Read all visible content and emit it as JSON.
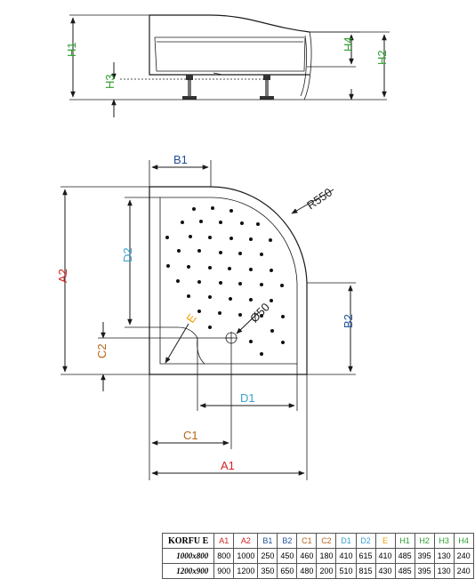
{
  "labels": {
    "H1": "H1",
    "H2": "H2",
    "H3": "H3",
    "H4": "H4",
    "B1": "B1",
    "B2": "B2",
    "A1": "A1",
    "A2": "A2",
    "C1": "C1",
    "C2": "C2",
    "D1": "D1",
    "D2": "D2",
    "E": "E",
    "R": "R550",
    "phi": "Ø50"
  },
  "colors": {
    "A": "#d42020",
    "B": "#1f4e9a",
    "C": "#b8651b",
    "D": "#3aa0d0",
    "E": "#f0a000",
    "H": "#2ea02e"
  },
  "table": {
    "model": "KORFU E",
    "headers": [
      "A1",
      "A2",
      "B1",
      "B2",
      "C1",
      "C2",
      "D1",
      "D2",
      "E",
      "H1",
      "H2",
      "H3",
      "H4"
    ],
    "header_groups": [
      "A",
      "A",
      "B",
      "B",
      "C",
      "C",
      "D",
      "D",
      "E",
      "H",
      "H",
      "H",
      "H"
    ],
    "rows": [
      {
        "size": "1000x800",
        "values": [
          "800",
          "1000",
          "250",
          "450",
          "460",
          "180",
          "410",
          "615",
          "410",
          "485",
          "395",
          "130",
          "240"
        ]
      },
      {
        "size": "1200x900",
        "values": [
          "900",
          "1200",
          "350",
          "650",
          "480",
          "200",
          "510",
          "815",
          "430",
          "485",
          "395",
          "130",
          "240"
        ]
      }
    ]
  }
}
